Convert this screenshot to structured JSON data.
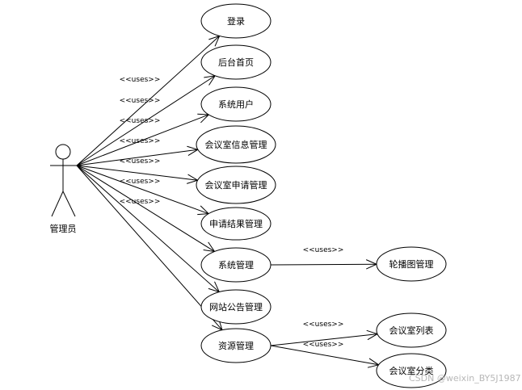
{
  "actor": {
    "label": "管理员"
  },
  "use_cases": [
    {
      "id": "login",
      "label": "登录"
    },
    {
      "id": "backend-home",
      "label": "后台首页"
    },
    {
      "id": "system-users",
      "label": "系统用户"
    },
    {
      "id": "meeting-room-info",
      "label": "会议室信息管理"
    },
    {
      "id": "meeting-room-application",
      "label": "会议室申请管理"
    },
    {
      "id": "application-result",
      "label": "申请结果管理"
    },
    {
      "id": "system-management",
      "label": "系统管理"
    },
    {
      "id": "site-announcement",
      "label": "网站公告管理"
    },
    {
      "id": "resource-management",
      "label": "资源管理"
    },
    {
      "id": "carousel-management",
      "label": "轮播图管理"
    },
    {
      "id": "meeting-room-list",
      "label": "会议室列表"
    },
    {
      "id": "meeting-room-category",
      "label": "会议室分类"
    }
  ],
  "relations": [
    {
      "from": "actor",
      "to": "login",
      "label": "<<uses>>"
    },
    {
      "from": "actor",
      "to": "backend-home",
      "label": "<<uses>>"
    },
    {
      "from": "actor",
      "to": "system-users",
      "label": "<<uses>>"
    },
    {
      "from": "actor",
      "to": "meeting-room-info",
      "label": "<<uses>>"
    },
    {
      "from": "actor",
      "to": "meeting-room-application",
      "label": "<<uses>>"
    },
    {
      "from": "actor",
      "to": "application-result",
      "label": "<<uses>>"
    },
    {
      "from": "actor",
      "to": "system-management",
      "label": "<<uses>>"
    },
    {
      "from": "actor",
      "to": "site-announcement",
      "label": ""
    },
    {
      "from": "actor",
      "to": "resource-management",
      "label": ""
    },
    {
      "from": "system-management",
      "to": "carousel-management",
      "label": "<<uses>>"
    },
    {
      "from": "resource-management",
      "to": "meeting-room-list",
      "label": "<<uses>>"
    },
    {
      "from": "resource-management",
      "to": "meeting-room-category",
      "label": "<<uses>>"
    }
  ],
  "watermark": "CSDN @weixin_BY5J1987"
}
